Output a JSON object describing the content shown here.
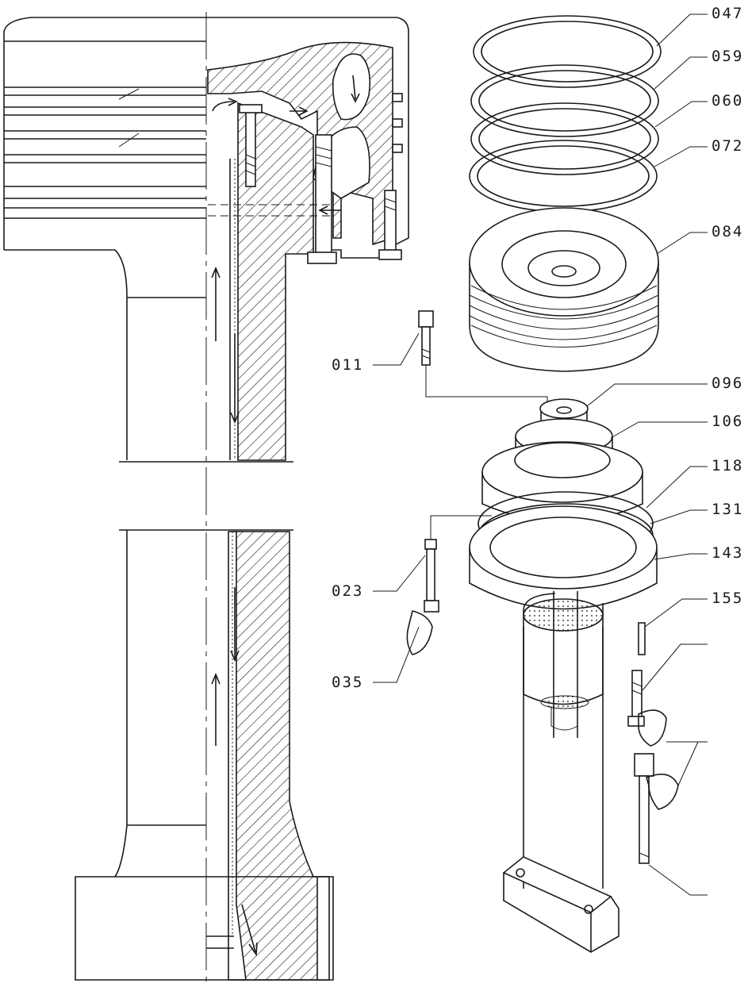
{
  "diagram": {
    "type": "exploded-parts-drawing",
    "callouts_right": [
      {
        "id": "c047",
        "label": "047"
      },
      {
        "id": "c059",
        "label": "059"
      },
      {
        "id": "c060",
        "label": "060"
      },
      {
        "id": "c072",
        "label": "072"
      },
      {
        "id": "c084",
        "label": "084"
      },
      {
        "id": "c096",
        "label": "096"
      },
      {
        "id": "c106",
        "label": "106"
      },
      {
        "id": "c118",
        "label": "118"
      },
      {
        "id": "c131",
        "label": "131"
      },
      {
        "id": "c143",
        "label": "143"
      },
      {
        "id": "c155",
        "label": "155"
      }
    ],
    "callouts_left": [
      {
        "id": "c011",
        "label": "011"
      },
      {
        "id": "c023",
        "label": "023"
      },
      {
        "id": "c035",
        "label": "035"
      }
    ]
  }
}
